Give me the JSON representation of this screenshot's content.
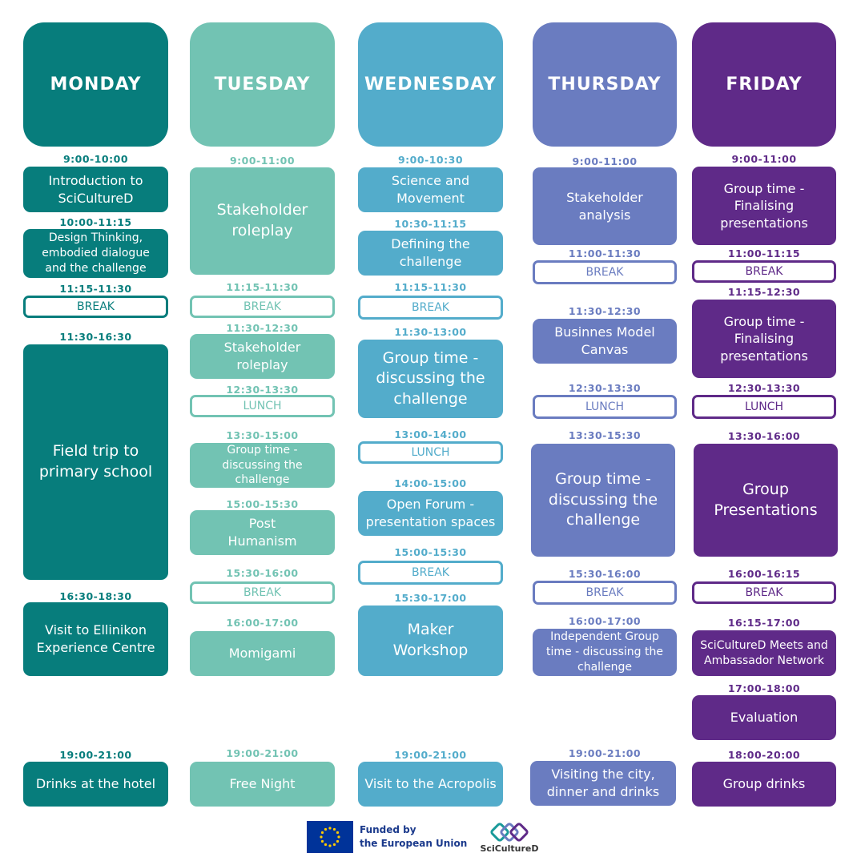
{
  "days": {
    "monday": "MONDAY",
    "tuesday": "TUESDAY",
    "wednesday": "WEDNESDAY",
    "thursday": "THURSDAY",
    "friday": "FRIDAY"
  },
  "monday": [
    {
      "time": "9:00-10:00",
      "label": "Introduction to\nSciCultureD"
    },
    {
      "time": "10:00-11:15",
      "label": "Design Thinking,\nembodied dialogue\nand the challenge"
    },
    {
      "time": "11:15-11:30",
      "label": "BREAK"
    },
    {
      "time": "11:30-16:30",
      "label": "Field trip to\nprimary school"
    },
    {
      "time": "16:30-18:30",
      "label": "Visit to Ellinikon\nExperience Centre"
    },
    {
      "time": "19:00-21:00",
      "label": "Drinks at the hotel"
    }
  ],
  "tuesday": [
    {
      "time": "9:00-11:00",
      "label": "Stakeholder\nroleplay"
    },
    {
      "time": "11:15-11:30",
      "label": "BREAK"
    },
    {
      "time": "11:30-12:30",
      "label": "Stakeholder\nroleplay"
    },
    {
      "time": "12:30-13:30",
      "label": "LUNCH"
    },
    {
      "time": "13:30-15:00",
      "label": "Group time -\ndiscussing the challenge"
    },
    {
      "time": "15:00-15:30",
      "label": "Post\nHumanism"
    },
    {
      "time": "15:30-16:00",
      "label": "BREAK"
    },
    {
      "time": "16:00-17:00",
      "label": "Momigami"
    },
    {
      "time": "19:00-21:00",
      "label": "Free Night"
    }
  ],
  "wednesday": [
    {
      "time": "9:00-10:30",
      "label": "Science and\nMovement"
    },
    {
      "time": "10:30-11:15",
      "label": "Defining the\nchallenge"
    },
    {
      "time": "11:15-11:30",
      "label": "BREAK"
    },
    {
      "time": "11:30-13:00",
      "label": "Group time -\ndiscussing the\nchallenge"
    },
    {
      "time": "13:00-14:00",
      "label": "LUNCH"
    },
    {
      "time": "14:00-15:00",
      "label": "Open Forum -\npresentation spaces"
    },
    {
      "time": "15:00-15:30",
      "label": "BREAK"
    },
    {
      "time": "15:30-17:00",
      "label": "Maker\nWorkshop"
    },
    {
      "time": "19:00-21:00",
      "label": "Visit to the Acropolis"
    }
  ],
  "thursday": [
    {
      "time": "9:00-11:00",
      "label": "Stakeholder\nanalysis"
    },
    {
      "time": "11:00-11:30",
      "label": "BREAK"
    },
    {
      "time": "11:30-12:30",
      "label": "Businnes Model\nCanvas"
    },
    {
      "time": "12:30-13:30",
      "label": "LUNCH"
    },
    {
      "time": "13:30-15:30",
      "label": "Group time -\ndiscussing the\nchallenge"
    },
    {
      "time": "15:30-16:00",
      "label": "BREAK"
    },
    {
      "time": "16:00-17:00",
      "label": "Independent Group\ntime - discussing the\nchallenge"
    },
    {
      "time": "19:00-21:00",
      "label": "Visiting the city,\ndinner and drinks"
    }
  ],
  "friday": [
    {
      "time": "9:00-11:00",
      "label": "Group time -\nFinalising\npresentations"
    },
    {
      "time": "11:00-11:15",
      "label": "BREAK"
    },
    {
      "time": "11:15-12:30",
      "label": "Group time -\nFinalising\npresentations"
    },
    {
      "time": "12:30-13:30",
      "label": "LUNCH"
    },
    {
      "time": "13:30-16:00",
      "label": "Group\nPresentations"
    },
    {
      "time": "16:00-16:15",
      "label": "BREAK"
    },
    {
      "time": "16:15-17:00",
      "label": "SciCultureD Meets and\nAmbassador Network"
    },
    {
      "time": "17:00-18:00",
      "label": "Evaluation"
    },
    {
      "time": "18:00-20:00",
      "label": "Group drinks"
    }
  ],
  "footer": {
    "funded_line1": "Funded by",
    "funded_line2": "the European Union",
    "brand": "SciCultureD"
  },
  "colors": {
    "monday": "#077d7c",
    "tuesday": "#72c3b3",
    "wednesday": "#53accb",
    "thursday": "#6a7cc0",
    "friday": "#5f2a88"
  }
}
